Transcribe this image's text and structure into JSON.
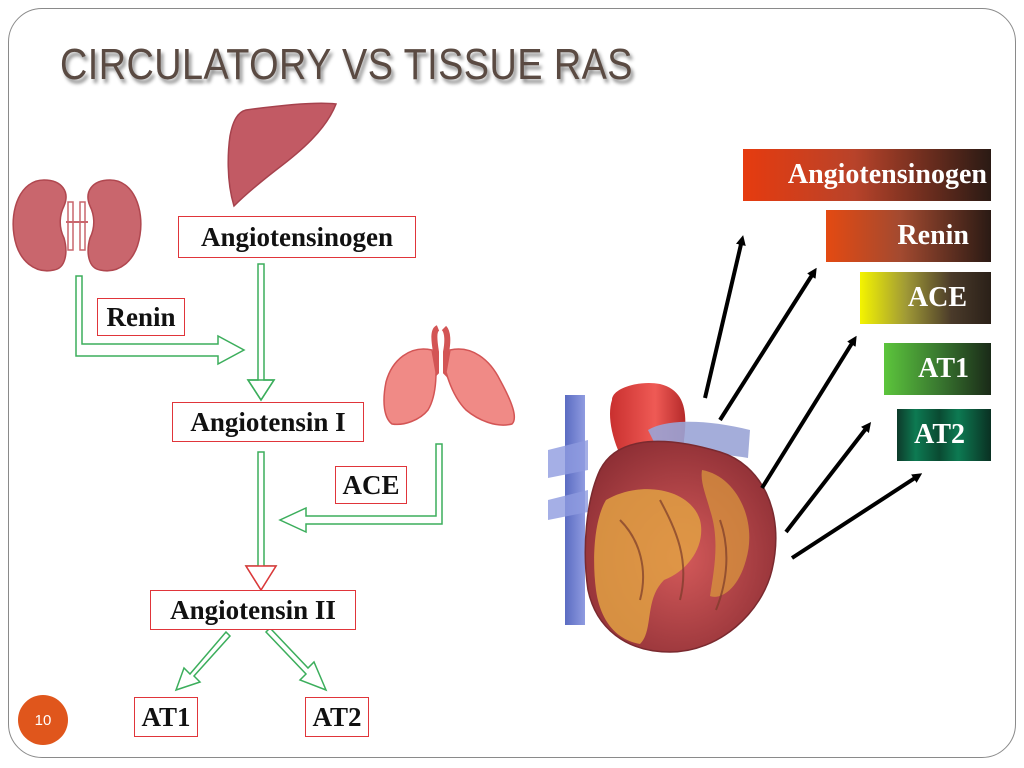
{
  "slide": {
    "title": "CIRCULATORY VS TISSUE RAS",
    "page_number": "10"
  },
  "pathway": {
    "angiotensinogen": "Angiotensinogen",
    "renin": "Renin",
    "angiotensin_1": "Angiotensin I",
    "ace": "ACE",
    "angiotensin_2": "Angiotensin II",
    "at1": "AT1",
    "at2": "AT2"
  },
  "tissue_components": [
    {
      "label": "Angiotensinogen",
      "color": "#e63b0f"
    },
    {
      "label": "Renin",
      "color": "#e44a12"
    },
    {
      "label": "ACE",
      "color": "#f0f000"
    },
    {
      "label": "AT1",
      "color": "#5cc53c"
    },
    {
      "label": "AT2",
      "color": "#0d7a52"
    }
  ],
  "icons": [
    "kidney-icon",
    "liver-icon",
    "lungs-icon",
    "heart-icon"
  ]
}
